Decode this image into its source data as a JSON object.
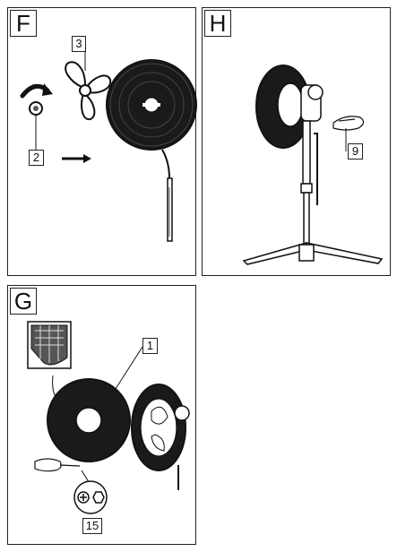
{
  "panels": {
    "f": {
      "letter": "F",
      "callouts": {
        "blade": "3",
        "nut": "2"
      }
    },
    "h": {
      "letter": "H",
      "callouts": {
        "cable_clip": "9"
      }
    },
    "g": {
      "letter": "G",
      "callouts": {
        "front_grille": "1",
        "grille_screw": "15"
      }
    }
  },
  "icons": {
    "rotate_arrow": "curved-arrow-icon",
    "direction_arrow": "arrow-right-icon"
  }
}
